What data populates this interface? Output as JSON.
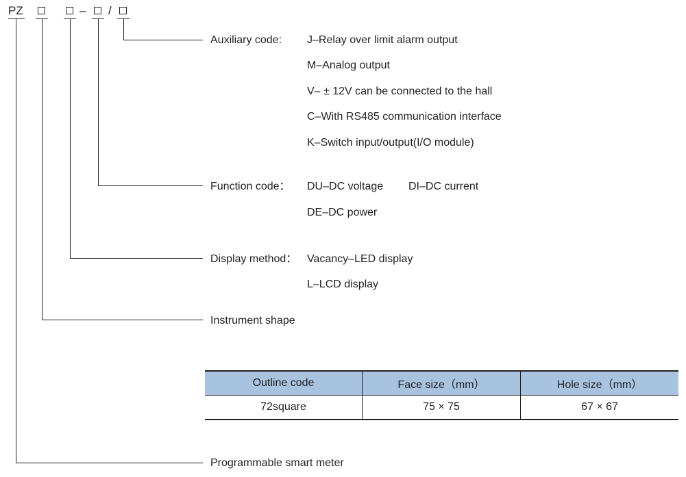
{
  "model": {
    "prefix": "PZ",
    "dash": "–",
    "slash": "/"
  },
  "rows": {
    "auxiliary": {
      "label": "Auxiliary code:",
      "options": [
        "J–Relay over limit alarm output",
        "M–Analog output",
        "V– ± 12V can be connected to the hall",
        "C–With RS485 communication interface",
        "K–Switch input/output(I/O module)"
      ]
    },
    "function": {
      "label": "Function code：",
      "options": [
        "DU–DC voltage",
        "DI–DC current",
        "DE–DC power"
      ]
    },
    "display": {
      "label": "Display method：",
      "options": [
        "Vacancy–LED display",
        "L–LCD display"
      ]
    },
    "shape": {
      "label": "Instrument shape"
    },
    "product": {
      "label": "Programmable smart meter"
    }
  },
  "table": {
    "headers": [
      "Outline code",
      "Face size（mm）",
      "Hole size（mm）"
    ],
    "rows": [
      [
        "72square",
        "75 × 75",
        "67 × 67"
      ]
    ]
  }
}
